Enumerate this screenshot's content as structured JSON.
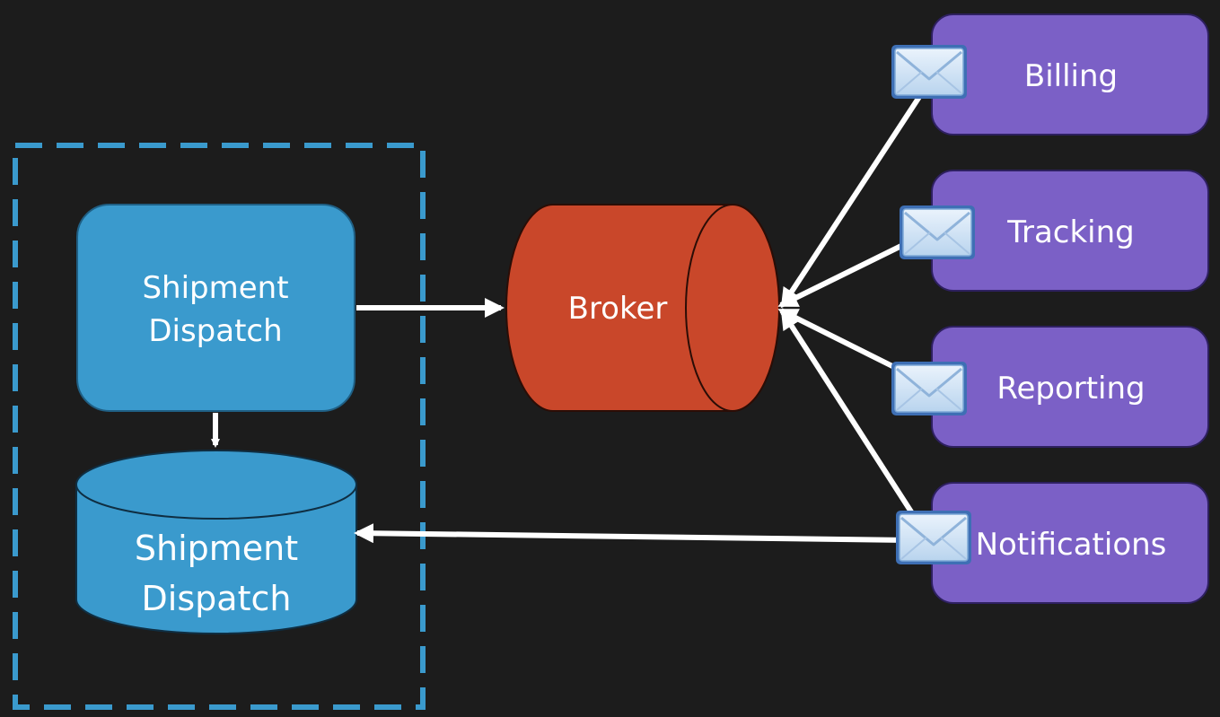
{
  "colors": {
    "background": "#1c1c1c",
    "service_box": "#3a9acd",
    "broker": "#c9472a",
    "subscriber": "#7b60c6",
    "boundary": "#3a9acd",
    "arrow": "#ffffff"
  },
  "service": {
    "line1": "Shipment",
    "line2": "Dispatch"
  },
  "database": {
    "line1": "Shipment",
    "line2": "Dispatch"
  },
  "broker": {
    "label": "Broker"
  },
  "subscribers": [
    {
      "label": "Billing",
      "icon": "envelope-icon"
    },
    {
      "label": "Tracking",
      "icon": "envelope-icon"
    },
    {
      "label": "Reporting",
      "icon": "envelope-icon"
    },
    {
      "label": "Notifications",
      "icon": "envelope-icon"
    }
  ]
}
